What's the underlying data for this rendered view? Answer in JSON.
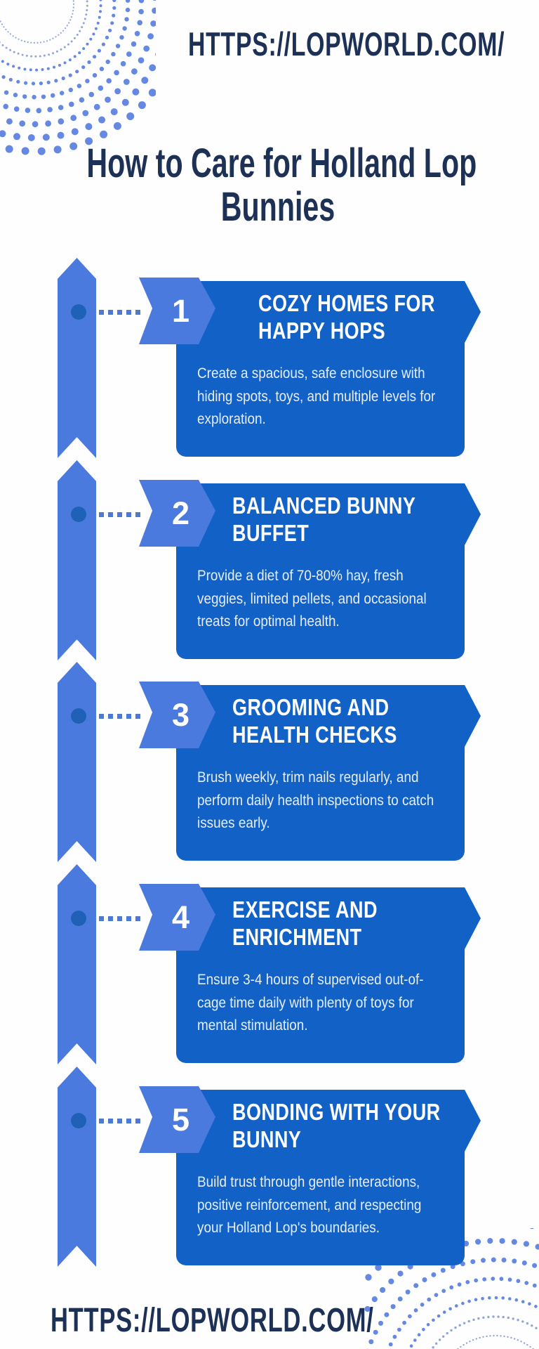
{
  "header": {
    "url": "HTTPS://LOPWORLD.COM/"
  },
  "title": {
    "line1": "How to Care for Holland Lop",
    "line2": "Bunnies"
  },
  "steps": [
    {
      "number": "1",
      "title_line1": "COZY HOMES FOR",
      "title_line2": "HAPPY HOPS",
      "body": "Create a spacious, safe enclosure with hiding spots, toys, and multiple levels for exploration."
    },
    {
      "number": "2",
      "title_line1": "BALANCED BUNNY",
      "title_line2": "BUFFET",
      "body": "Provide a diet of 70-80% hay, fresh veggies, limited pellets, and occasional treats for optimal health."
    },
    {
      "number": "3",
      "title_line1": "GROOMING AND",
      "title_line2": "HEALTH CHECKS",
      "body": "Brush weekly, trim nails regularly, and perform daily health inspections to catch issues early."
    },
    {
      "number": "4",
      "title_line1": "EXERCISE AND",
      "title_line2": "ENRICHMENT",
      "body": "Ensure 3-4 hours of supervised out-of-cage time daily with plenty of toys for mental stimulation."
    },
    {
      "number": "5",
      "title_line1": "BONDING WITH YOUR",
      "title_line2": "BUNNY",
      "body": "Build trust through gentle interactions, positive reinforcement, and respecting your Holland Lop's boundaries."
    }
  ],
  "footer": {
    "url": "HTTPS://LOPWORLD.COM/"
  },
  "theme": {
    "navy": "#1d3157",
    "card_blue": "#1261c7",
    "accent_blue": "#4b7ade",
    "node_dot_blue": "#1e61b6",
    "connector_blue": "#4b7ad0",
    "deco_dot_blue": "#6588e3",
    "deco_dot_muted": "#90a5d8",
    "body_text": "#e6eefb",
    "background": "#fefefe"
  }
}
